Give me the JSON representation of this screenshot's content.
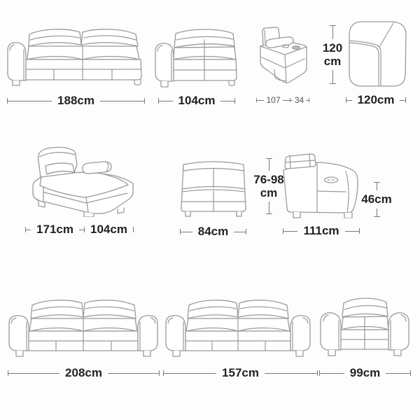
{
  "background": "#fdfdfd",
  "colors": {
    "artwork_line": "#9a9a9a",
    "dimension_line": "#7a7a7a",
    "dimension_text": "#222222",
    "small_dimension_text": "#555555",
    "cupholder_fill": "#b9babc"
  },
  "pieces": {
    "sofa_left_arm": {
      "width": "188cm"
    },
    "section_left_arm": {
      "width": "104cm"
    },
    "console": {
      "depth": "107",
      "top_width": "34",
      "height_value": "120",
      "height_unit": "cm"
    },
    "corner_unit": {
      "width": "120cm"
    },
    "chaise": {
      "length": "171cm",
      "width": "104cm"
    },
    "armless_unit": {
      "width": "84cm",
      "height_value": "76-98",
      "height_unit": "cm"
    },
    "side_profile": {
      "depth": "111cm",
      "seat_height": "46cm"
    },
    "sofa_large": {
      "width": "208cm"
    },
    "sofa_medium": {
      "width": "157cm"
    },
    "armchair": {
      "width": "99cm"
    }
  }
}
